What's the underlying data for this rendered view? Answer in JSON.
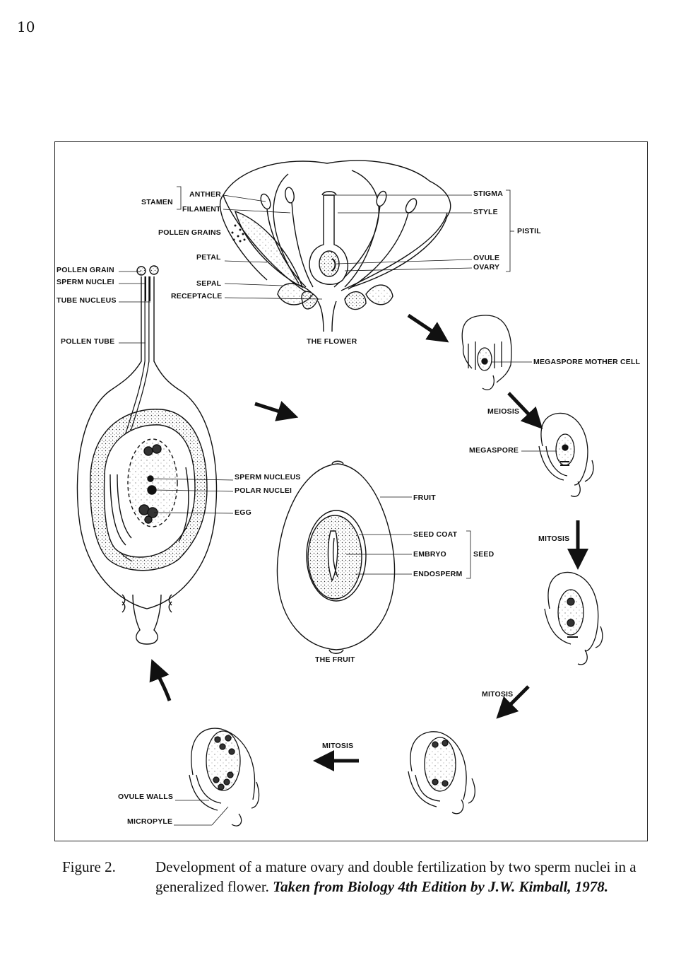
{
  "page": {
    "number": "10"
  },
  "labels": {
    "stamen": "STAMEN",
    "anther": "ANTHER",
    "filament": "FILAMENT",
    "pollen_grains": "POLLEN GRAINS",
    "petal": "PETAL",
    "pollen_grain": "POLLEN GRAIN",
    "sperm_nuclei": "SPERM NUCLEI",
    "sepal": "SEPAL",
    "tube_nucleus": "TUBE NUCLEUS",
    "receptacle": "RECEPTACLE",
    "pollen_tube": "POLLEN TUBE",
    "the_flower": "THE FLOWER",
    "stigma": "STIGMA",
    "style": "STYLE",
    "pistil": "PISTIL",
    "ovule": "OVULE",
    "ovary": "OVARY",
    "megaspore_mother_cell": "MEGASPORE MOTHER CELL",
    "meiosis": "MEIOSIS",
    "megaspore": "MEGASPORE",
    "sperm_nucleus": "SPERM NUCLEUS",
    "polar_nuclei": "POLAR NUCLEI",
    "egg": "EGG",
    "fruit": "FRUIT",
    "seed_coat": "SEED COAT",
    "embryo": "EMBRYO",
    "endosperm": "ENDOSPERM",
    "seed": "SEED",
    "mitosis_1": "MITOSIS",
    "the_fruit": "THE FRUIT",
    "mitosis_2": "MITOSIS",
    "mitosis_3": "MITOSIS",
    "ovule_walls": "OVULE WALLS",
    "micropyle": "MICROPYLE"
  },
  "caption": {
    "label": "Figure 2.",
    "text": "Development of a mature ovary and double fertilization by two sperm nuclei in a generalized flower.",
    "source": "Taken from Biology 4th Edition by J.W. Kimball, 1978."
  }
}
